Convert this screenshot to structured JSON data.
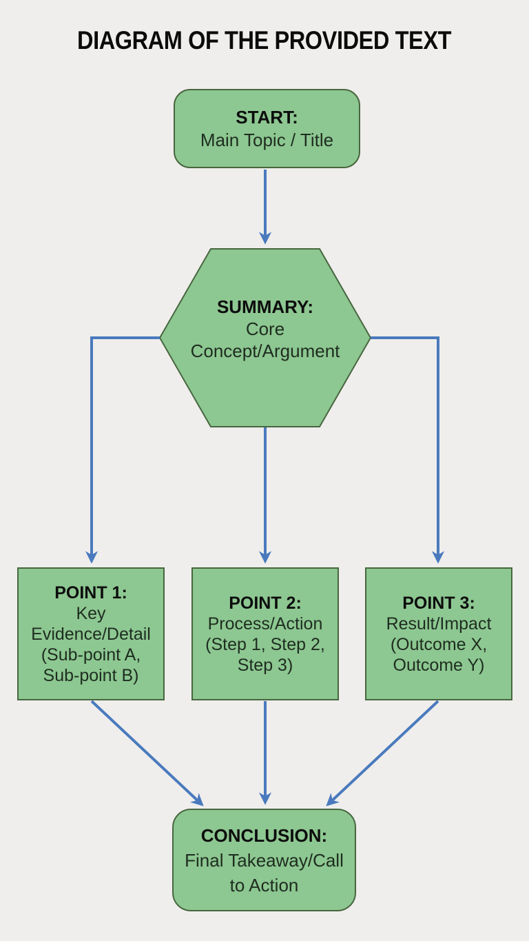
{
  "title": "DIAGRAM OF THE PROVIDED TEXT",
  "colors": {
    "background": "#efeeec",
    "node_fill": "#8dc791",
    "node_border": "#47663f",
    "node_text": "#1e2d20",
    "arrow": "#4a7abd"
  },
  "nodes": {
    "start": {
      "title": "START:",
      "body": "Main Topic / Title"
    },
    "summary": {
      "title": "SUMMARY:",
      "body": "Core\nConcept/Argument"
    },
    "point1": {
      "title": "POINT 1:",
      "body": "Key\nEvidence/Detail\n(Sub-point A,\nSub-point B)"
    },
    "point2": {
      "title": "POINT 2:",
      "body": "Process/Action\n(Step 1, Step 2,\nStep 3)"
    },
    "point3": {
      "title": "POINT 3:",
      "body": "Result/Impact\n(Outcome X,\nOutcome Y)"
    },
    "conclusion": {
      "title": "CONCLUSION:",
      "body": "Final Takeaway/Call\nto Action"
    }
  },
  "edges": [
    {
      "from": "start",
      "to": "summary"
    },
    {
      "from": "summary",
      "to": "point1"
    },
    {
      "from": "summary",
      "to": "point2"
    },
    {
      "from": "summary",
      "to": "point3"
    },
    {
      "from": "point1",
      "to": "conclusion"
    },
    {
      "from": "point2",
      "to": "conclusion"
    },
    {
      "from": "point3",
      "to": "conclusion"
    }
  ]
}
